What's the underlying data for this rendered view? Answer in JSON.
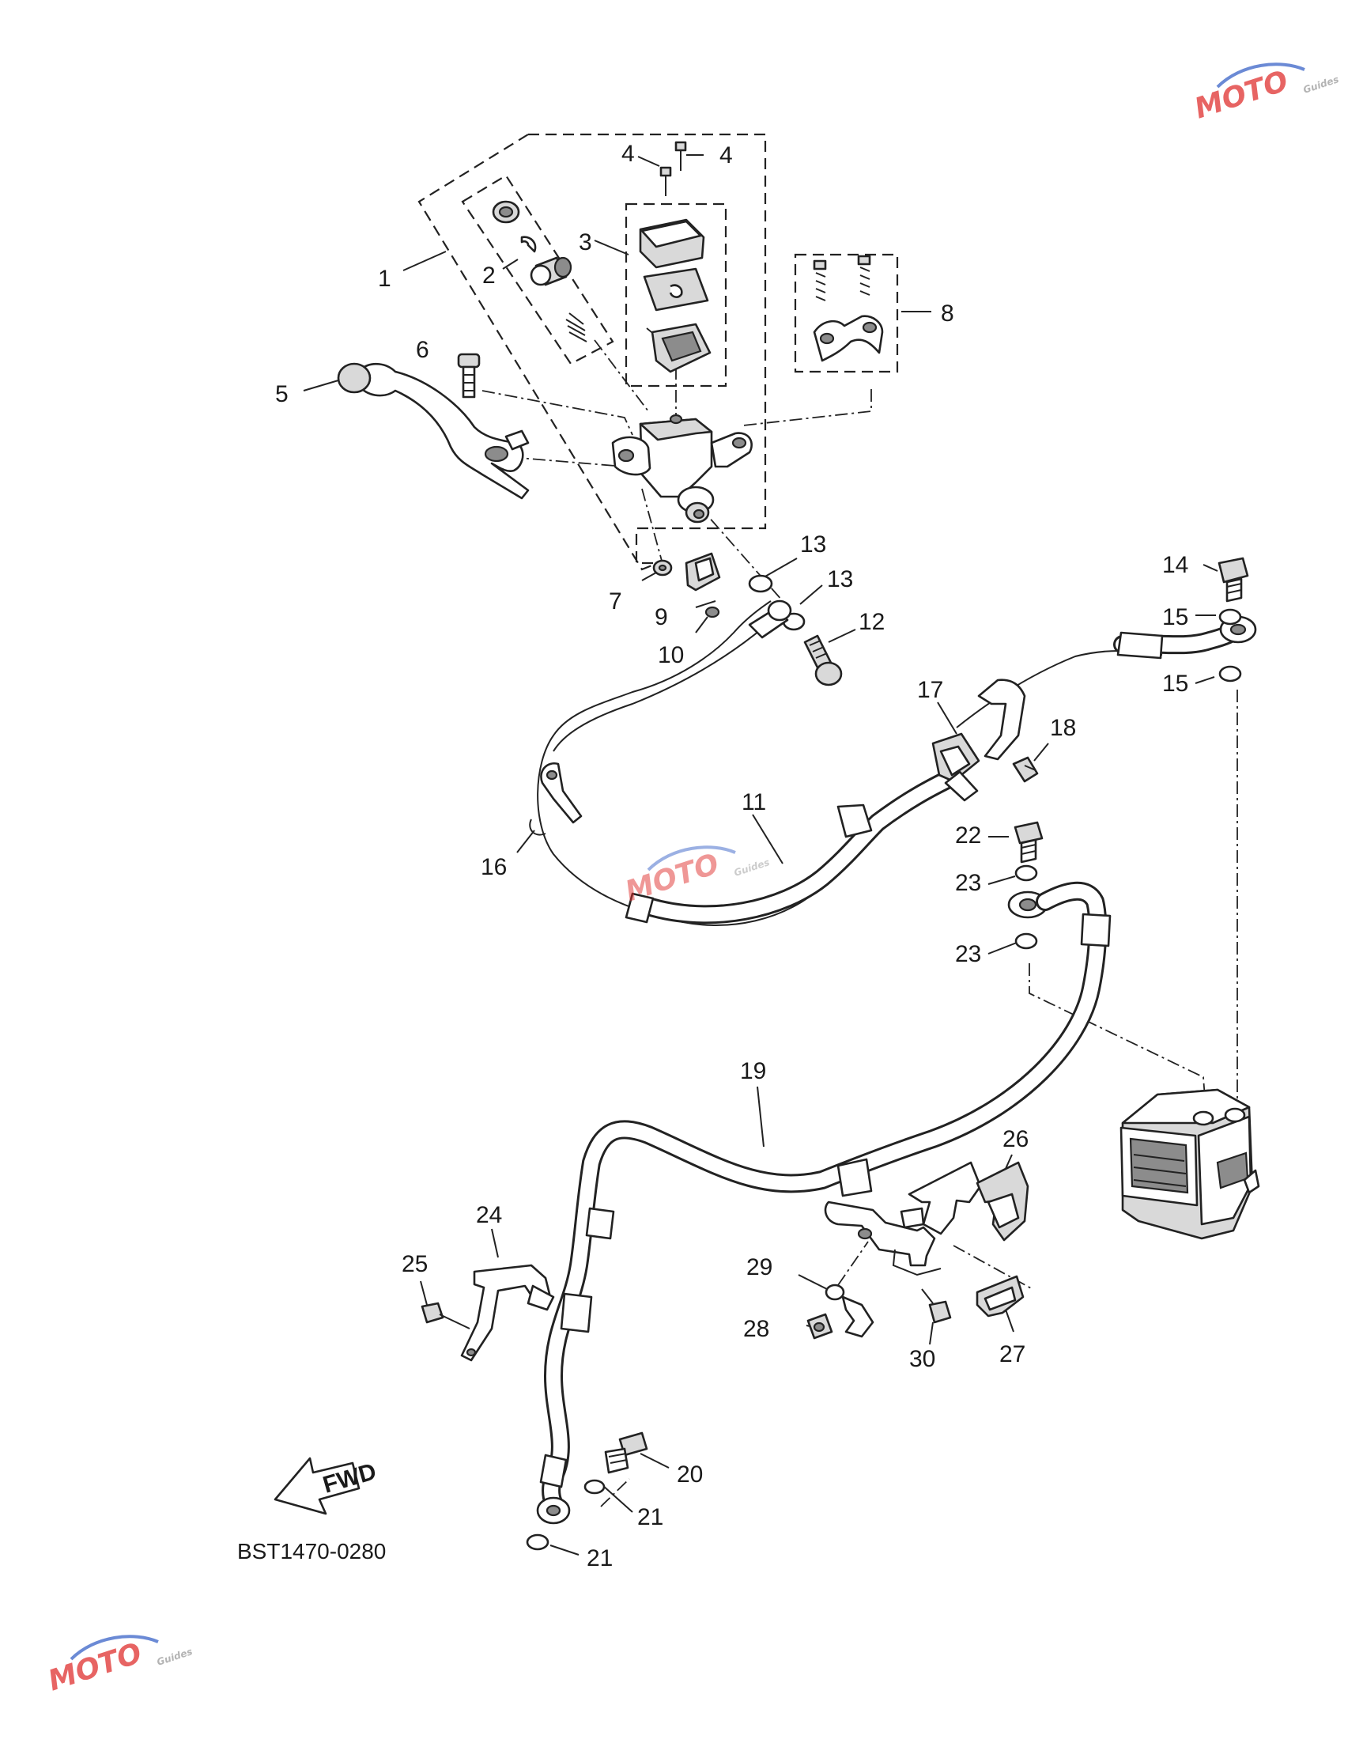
{
  "diagram": {
    "code": "BST1470-0280",
    "arrow_label": "FWD",
    "callouts": [
      {
        "id": "c1",
        "text": "1"
      },
      {
        "id": "c2",
        "text": "2"
      },
      {
        "id": "c3",
        "text": "3"
      },
      {
        "id": "c4a",
        "text": "4"
      },
      {
        "id": "c4b",
        "text": "4"
      },
      {
        "id": "c5",
        "text": "5"
      },
      {
        "id": "c6",
        "text": "6"
      },
      {
        "id": "c7",
        "text": "7"
      },
      {
        "id": "c8",
        "text": "8"
      },
      {
        "id": "c9",
        "text": "9"
      },
      {
        "id": "c10",
        "text": "10"
      },
      {
        "id": "c11",
        "text": "11"
      },
      {
        "id": "c12",
        "text": "12"
      },
      {
        "id": "c13a",
        "text": "13"
      },
      {
        "id": "c13b",
        "text": "13"
      },
      {
        "id": "c14",
        "text": "14"
      },
      {
        "id": "c15a",
        "text": "15"
      },
      {
        "id": "c15b",
        "text": "15"
      },
      {
        "id": "c16",
        "text": "16"
      },
      {
        "id": "c17",
        "text": "17"
      },
      {
        "id": "c18",
        "text": "18"
      },
      {
        "id": "c19",
        "text": "19"
      },
      {
        "id": "c20",
        "text": "20"
      },
      {
        "id": "c21a",
        "text": "21"
      },
      {
        "id": "c21b",
        "text": "21"
      },
      {
        "id": "c22",
        "text": "22"
      },
      {
        "id": "c23a",
        "text": "23"
      },
      {
        "id": "c23b",
        "text": "23"
      },
      {
        "id": "c24",
        "text": "24"
      },
      {
        "id": "c25",
        "text": "25"
      },
      {
        "id": "c26",
        "text": "26"
      },
      {
        "id": "c27",
        "text": "27"
      },
      {
        "id": "c28",
        "text": "28"
      },
      {
        "id": "c29",
        "text": "29"
      },
      {
        "id": "c30",
        "text": "30"
      }
    ]
  },
  "watermark": {
    "logo_text": "MOTO",
    "sub_text": "Guides",
    "colors": {
      "red": "#e0312f",
      "blue": "#3a64c8",
      "gray": "#9a9a9a"
    }
  }
}
